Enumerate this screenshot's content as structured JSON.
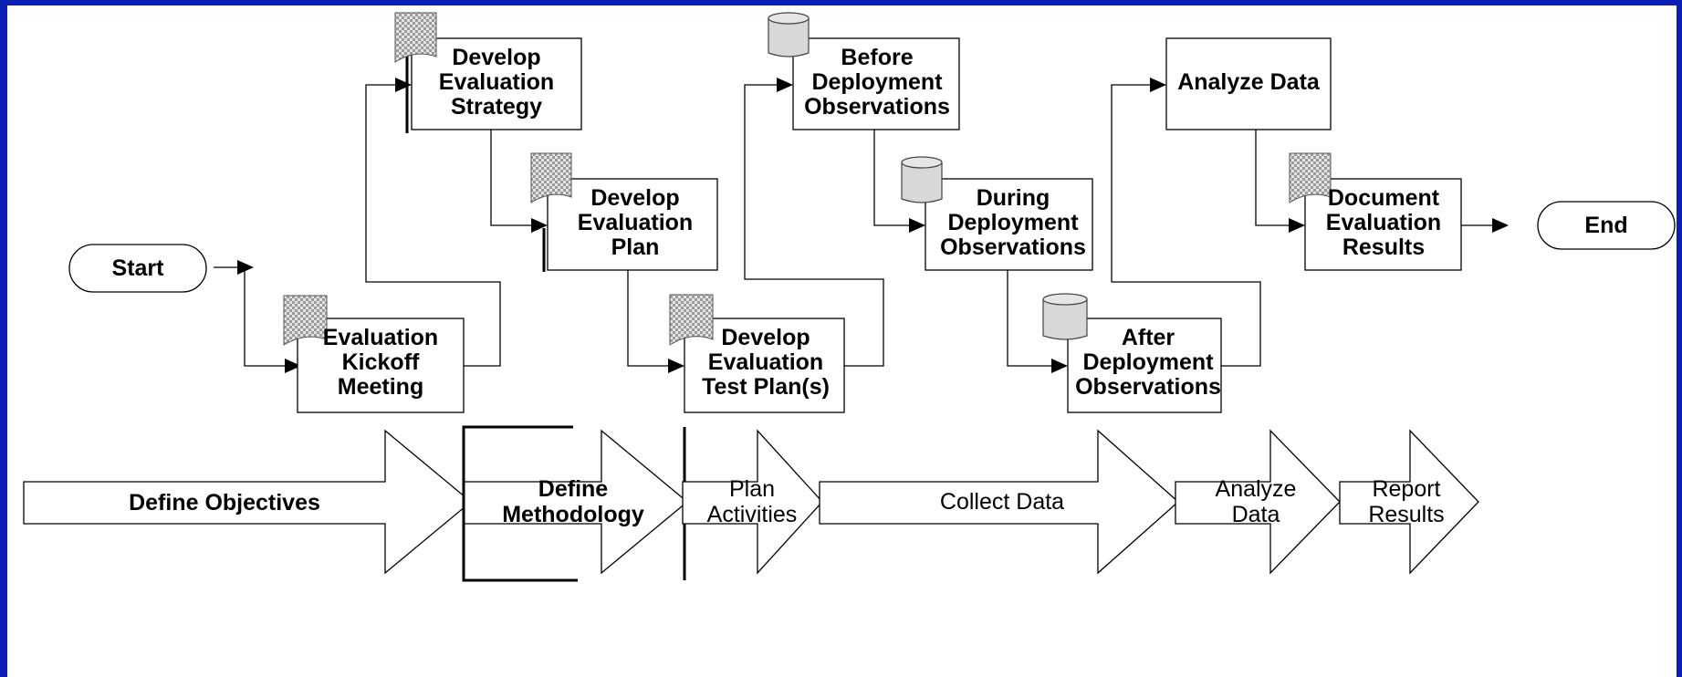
{
  "flow": {
    "start": "Start",
    "end": "End",
    "kickoff": [
      "Evaluation",
      "Kickoff",
      "Meeting"
    ],
    "strategy": [
      "Develop",
      "Evaluation",
      "Strategy"
    ],
    "plan": [
      "Develop",
      "Evaluation",
      "Plan"
    ],
    "testplan": [
      "Develop",
      "Evaluation",
      "Test Plan(s)"
    ],
    "before": [
      "Before",
      "Deployment",
      "Observations"
    ],
    "during": [
      "During",
      "Deployment",
      "Observations"
    ],
    "after": [
      "After",
      "Deployment",
      "Observations"
    ],
    "analyze": "Analyze Data",
    "document": [
      "Document",
      "Evaluation",
      "Results"
    ]
  },
  "phases": {
    "define_objectives": "Define Objectives",
    "define_methodology": [
      "Define",
      "Methodology"
    ],
    "plan_activities": [
      "Plan",
      "Activities"
    ],
    "collect_data": "Collect Data",
    "analyze_data": [
      "Analyze",
      "Data"
    ],
    "report_results": [
      "Report",
      "Results"
    ]
  }
}
